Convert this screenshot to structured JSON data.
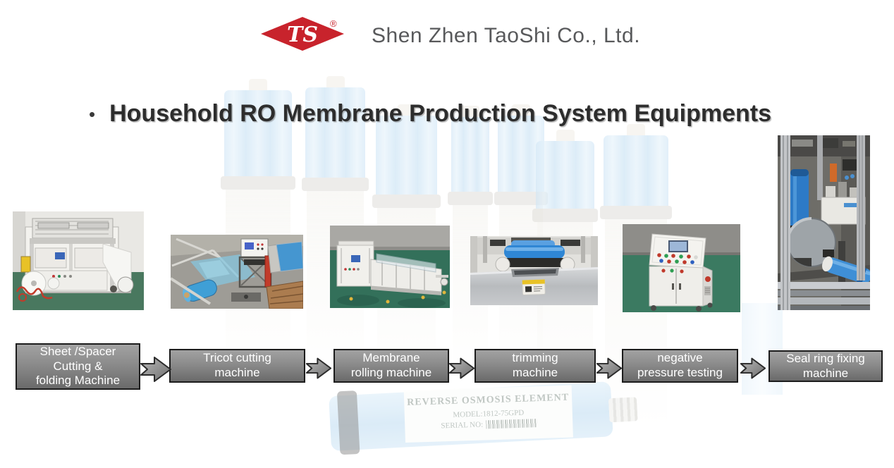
{
  "header": {
    "logo": {
      "text": "TS",
      "registered_mark": "®",
      "shape": "red-diamond",
      "color": "#c8232c"
    },
    "company_name": "Shen Zhen TaoShi Co., Ltd."
  },
  "title": {
    "bullet": "•",
    "text": "Household RO Membrane Production System Equipments"
  },
  "steps": [
    {
      "label": "Sheet /Spacer\nCutting &\nfolding Machine",
      "photo_icon": "sheet-spacer-cutting-folding-machine-photo"
    },
    {
      "label": "Tricot cutting\nmachine",
      "photo_icon": "tricot-cutting-machine-photo"
    },
    {
      "label": "Membrane\nrolling machine",
      "photo_icon": "membrane-rolling-machine-photo"
    },
    {
      "label": "trimming\nmachine",
      "photo_icon": "trimming-machine-photo"
    },
    {
      "label": "negative\npressure testing",
      "photo_icon": "negative-pressure-testing-machine-photo"
    },
    {
      "label": "Seal ring fixing\nmachine",
      "photo_icon": "seal-ring-fixing-machine-photo"
    }
  ],
  "flow": {
    "arrow_icon": "block-right-arrow",
    "box_colors": {
      "fill_top": "#a2a2a2",
      "fill_bottom": "#6a6a6a",
      "border": "#1c1c1c",
      "text": "#ffffff"
    }
  },
  "watermark": {
    "element_label": {
      "title": "REVERSE OSMOSIS ELEMENT",
      "model": "MODEL:1812-75GPD",
      "serial": "SERIAL NO:"
    }
  }
}
